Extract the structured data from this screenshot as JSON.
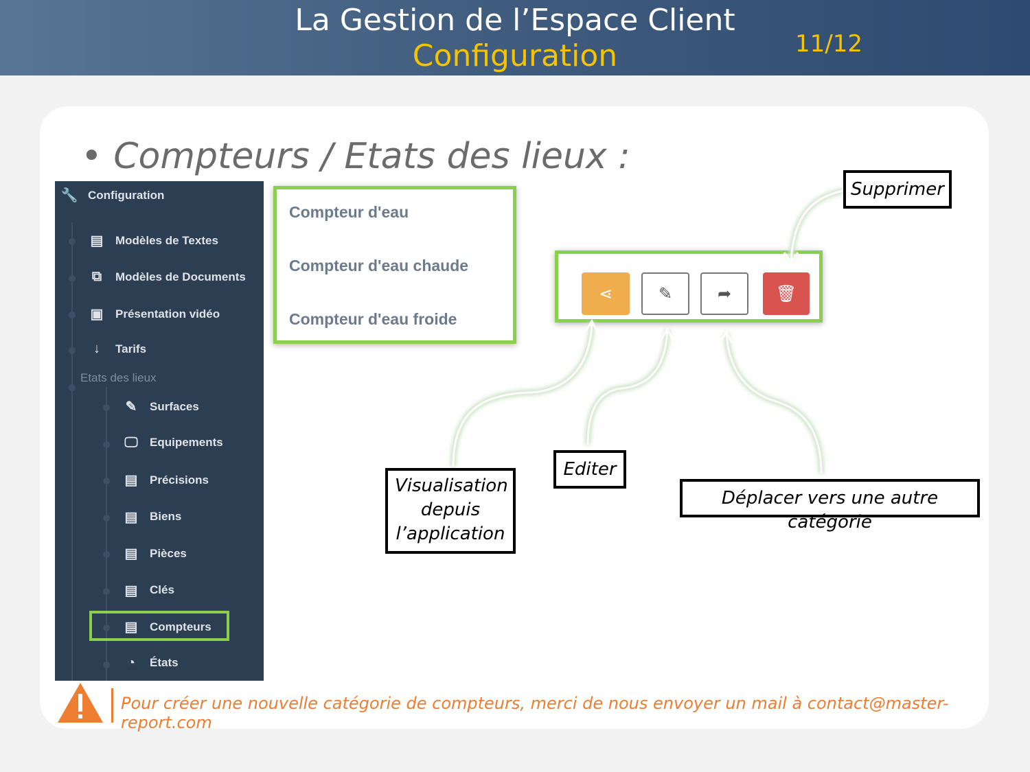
{
  "header": {
    "title": "La Gestion de l’Espace Client",
    "subtitle": "Configuration",
    "page": "11/12"
  },
  "bullet": "• Compteurs / Etats des lieux :",
  "sidebar": {
    "title": "Configuration",
    "items": [
      {
        "label": "Modèles de Textes",
        "icon": "file-copy-icon"
      },
      {
        "label": "Modèles de Documents",
        "icon": "documents-icon"
      },
      {
        "label": "Présentation vidéo",
        "icon": "play-icon"
      },
      {
        "label": "Tarifs",
        "icon": "sort-numeric-icon"
      }
    ],
    "section": "Etats des lieux",
    "sub_items": [
      {
        "label": "Surfaces",
        "icon": "pencil-icon"
      },
      {
        "label": "Equipements",
        "icon": "monitor-icon"
      },
      {
        "label": "Précisions",
        "icon": "book-icon"
      },
      {
        "label": "Biens",
        "icon": "book-icon"
      },
      {
        "label": "Pièces",
        "icon": "book-icon"
      },
      {
        "label": "Clés",
        "icon": "book-icon"
      },
      {
        "label": "Compteurs",
        "icon": "book-icon"
      },
      {
        "label": "États",
        "icon": "dashboard-icon"
      }
    ]
  },
  "list": [
    "Compteur d'eau",
    "Compteur d'eau chaude",
    "Compteur d'eau froide"
  ],
  "callouts": {
    "delete": "Supprimer",
    "view": "Visualisation depuis l’application",
    "edit": "Editer",
    "move": "Déplacer vers une autre catégorie"
  },
  "warning": "Pour créer une nouvelle catégorie de compteurs, merci de nous envoyer un mail à  contact@master-report.com",
  "colors": {
    "green": "#8bd04d",
    "orange": "#f0ad4e",
    "red": "#d9534f",
    "warning": "#ed7d31"
  }
}
